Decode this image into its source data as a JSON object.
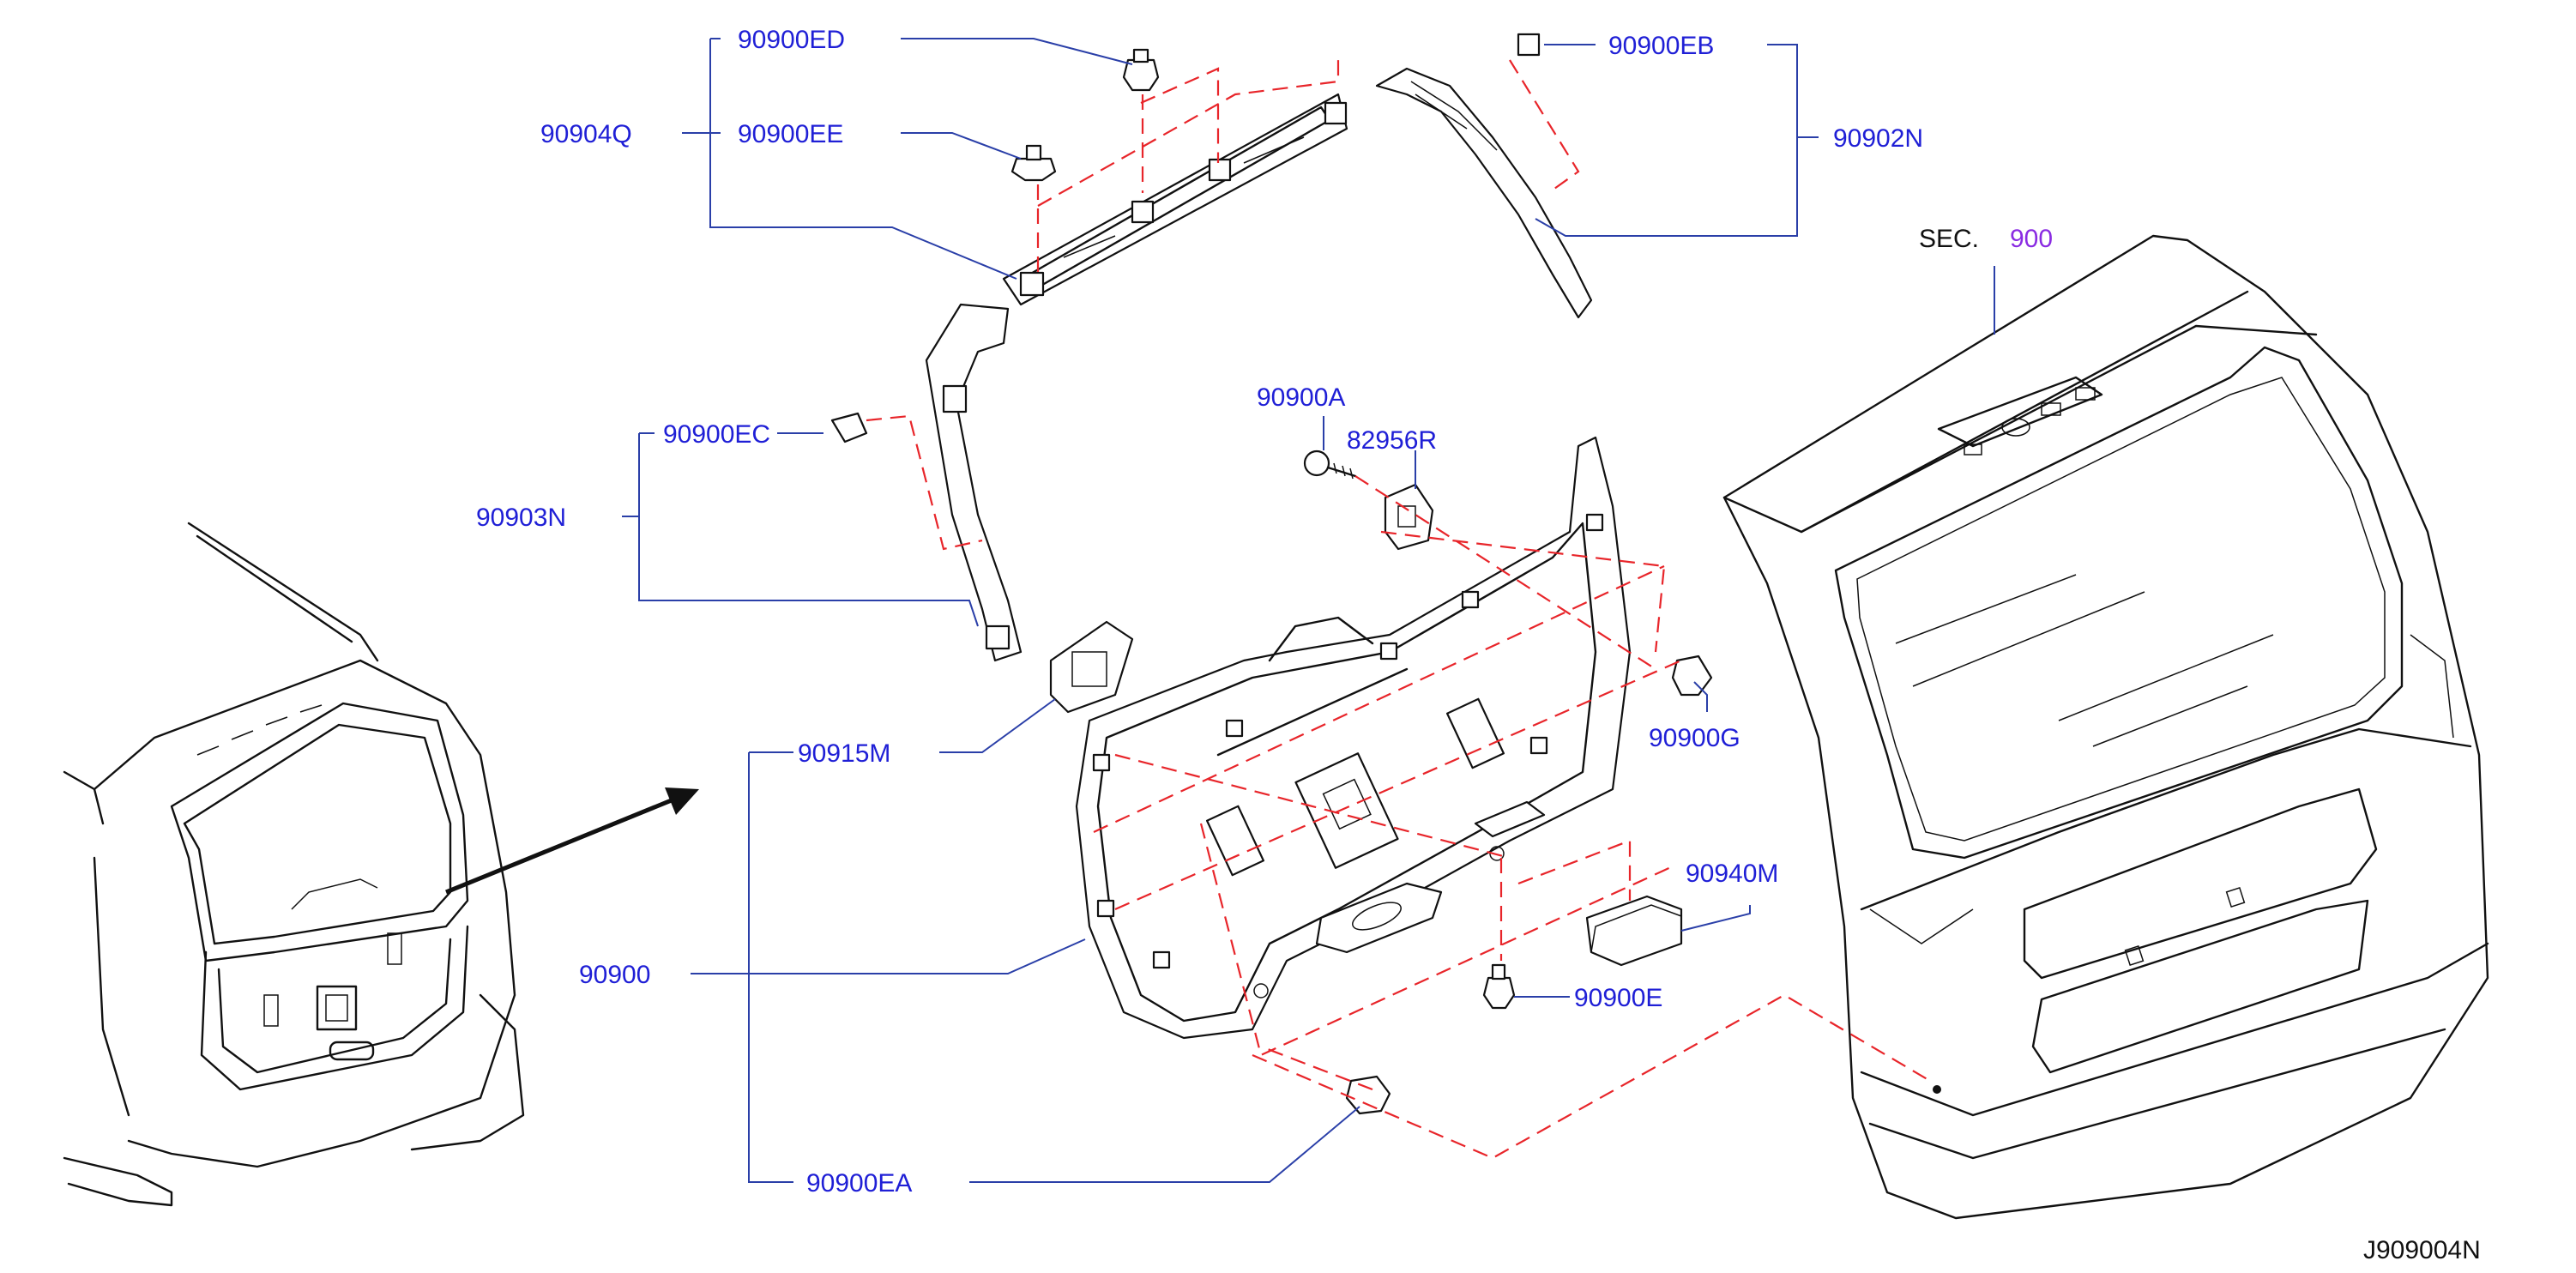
{
  "diagram_code": "J909004N",
  "section_ref": {
    "prefix": "SEC.",
    "number": "900"
  },
  "colors": {
    "label": "#1f1fd6",
    "leader": "#2a3fa8",
    "dashed": "#e8252a",
    "section_number": "#8a2be2",
    "outline": "#111111"
  },
  "labels": {
    "p90900ED": "90900ED",
    "p90900EE": "90900EE",
    "p90904Q": "90904Q",
    "p90900EB": "90900EB",
    "p90902N": "90902N",
    "p90900EC": "90900EC",
    "p90903N": "90903N",
    "p90900A": "90900A",
    "p82956R": "82956R",
    "p90915M": "90915M",
    "p90900G": "90900G",
    "p90940M": "90940M",
    "p90900": "90900",
    "p90900E": "90900E",
    "p90900EA": "90900EA"
  }
}
